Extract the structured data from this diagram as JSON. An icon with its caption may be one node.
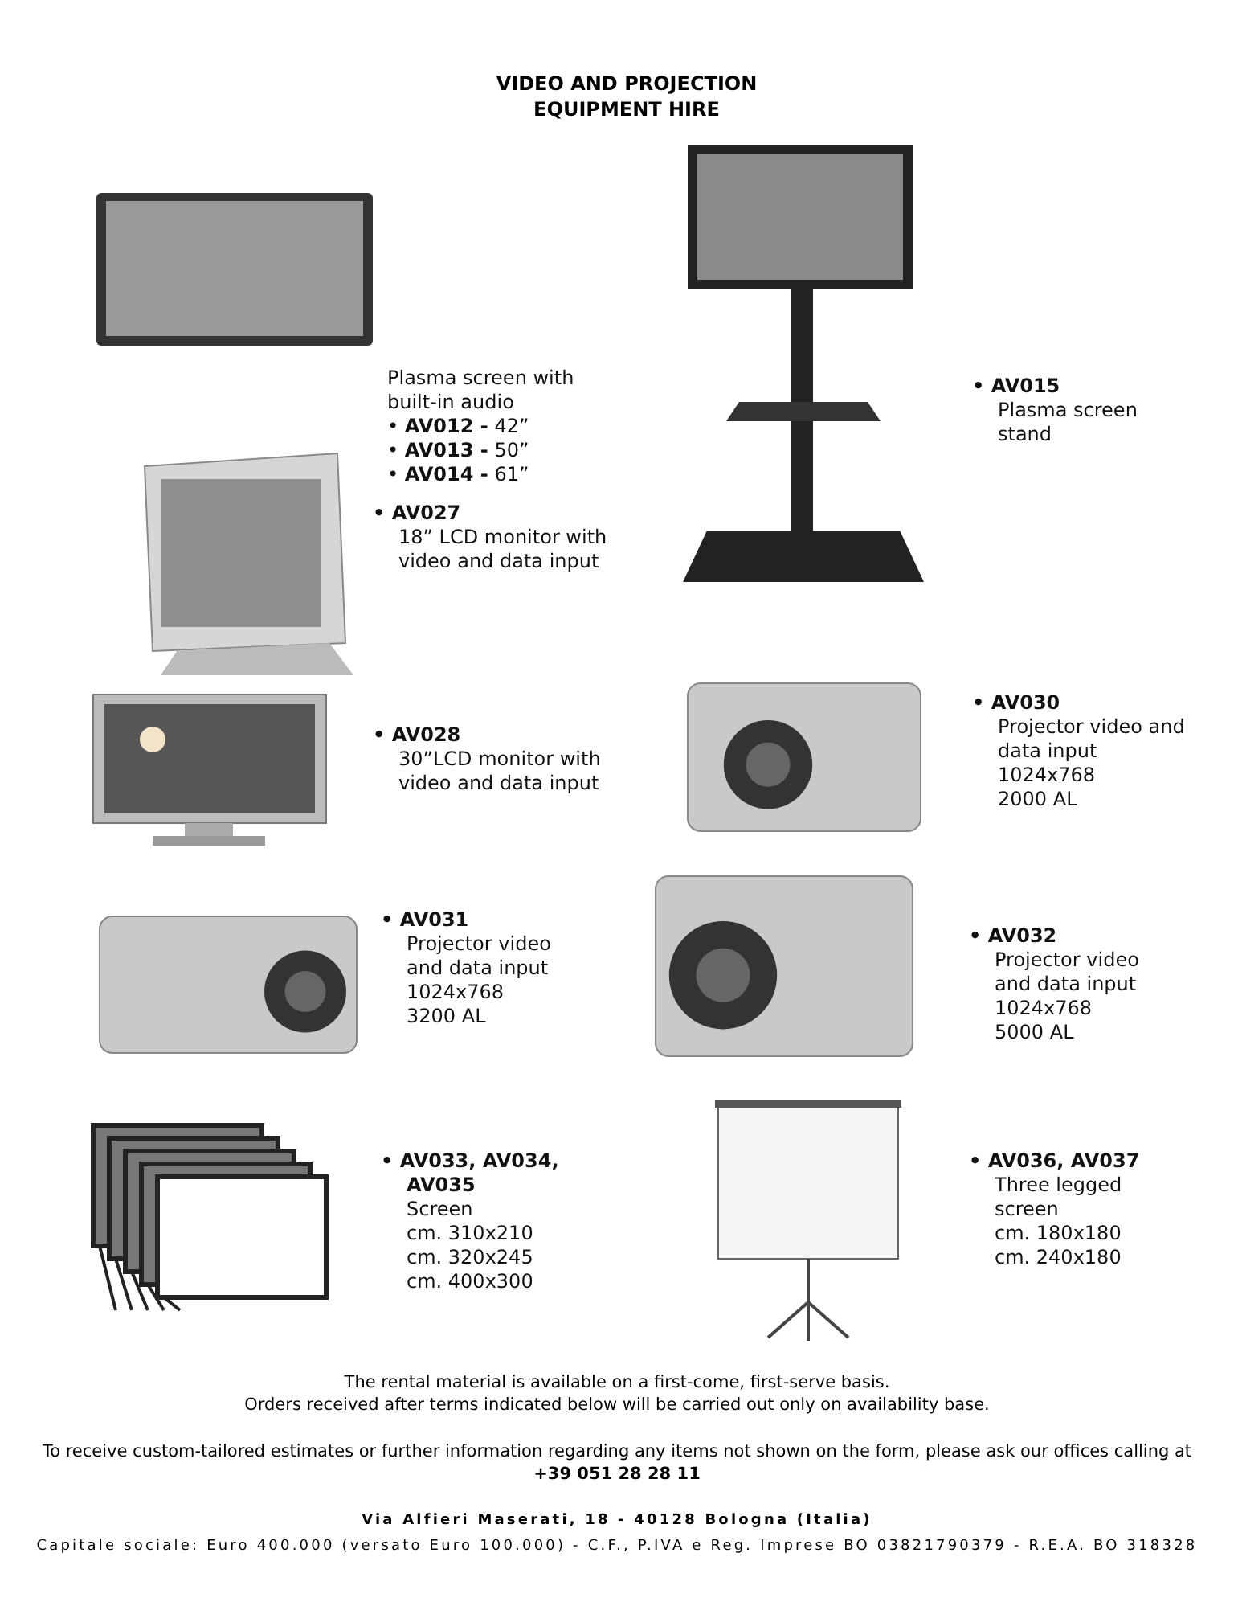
{
  "diagram": {
    "title": "VIDEO AND PROJECTION EQUIPMENT HIRE",
    "labels": [
      "Plasma screen with built-in audio",
      "• **AV012 -** 42”",
      "• **AV013 -** 50”",
      "• **AV014 -** 61”",
      "• AV015",
      "Plasma screen stand",
      "• AV027",
      "18” LCD monitor with video and data input",
      "• AV028",
      "30”LCD monitor with video and data input",
      "• AV030",
      "Projector video and data input",
      "1024x768",
      "2000 AL",
      "• AV031",
      "Projector video and data input",
      "1024x768",
      "3200 AL",
      "• AV032",
      "Projector video and data input",
      "1024x768",
      "5000 AL",
      "• AV033, AV034, AV035",
      "Screen",
      "cm. 310x210",
      "cm. 320x245",
      "cm. 400x300",
      "• AV036, AV037",
      "Three legged screen",
      "cm. 180x180",
      "cm. 240x180",
      "The rental material is available on a first-come, first-serve basis.",
      "Orders received after terms indicated below will be carried out only on availability base.",
      "To receive custom-tailored estimates or further information regarding any items not shown on the form, please ask our offices calling at **+39 051 28 28 11**",
      "Via Alfieri Maserati, 18 - 40128 Bologna (Italia)",
      "Capitale sociale: Euro 400.000 (versato Euro 100.000) - C.F., P.IVA e Reg. Imprese BO 03821790379 - R.E.A. BO 318328"
    ]
  }
}
